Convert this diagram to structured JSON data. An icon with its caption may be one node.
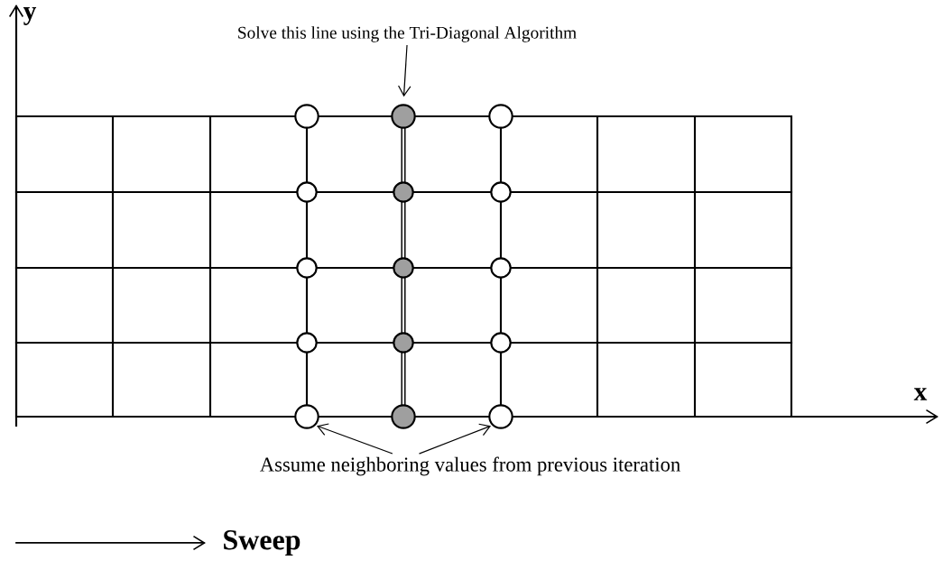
{
  "diagram": {
    "nodes": [
      {
        "text": [
          "Solve this line using the Tri-Diagonal Algorithm"
        ]
      },
      {
        "text": [],
        "shape": "circle"
      },
      {
        "text": [],
        "shape": "circle"
      },
      {
        "text": [],
        "shape": "circle"
      },
      {
        "text": [],
        "shape": "circle"
      },
      {
        "text": [],
        "shape": "circle"
      },
      {
        "text": [],
        "shape": "circle"
      },
      {
        "text": [],
        "shape": "circle"
      },
      {
        "text": [],
        "shape": "circle"
      },
      {
        "text": [],
        "shape": "circle"
      },
      {
        "text": [],
        "shape": "circle"
      },
      {
        "text": [],
        "shape": "circle"
      },
      {
        "text": [],
        "shape": "circle"
      },
      {
        "text": [],
        "shape": "circle"
      },
      {
        "text": [],
        "shape": "circle"
      },
      {
        "text": [],
        "shape": "circle"
      },
      {
        "text": [
          "Assume neighboring values from previous iteration"
        ]
      }
    ],
    "edges": [
      {
        "from": 0,
        "to": 2,
        "arrow": "to"
      },
      {
        "from": 16,
        "to": 13,
        "arrow": "to"
      },
      {
        "from": 16,
        "to": 15,
        "arrow": "to"
      }
    ],
    "labels": [
      "y",
      "x",
      "Sweep"
    ]
  }
}
